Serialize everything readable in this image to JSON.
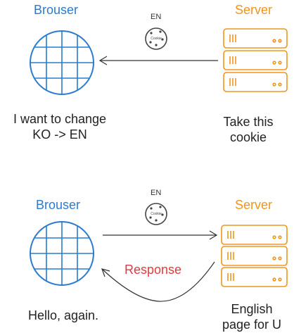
{
  "scene1": {
    "browser_label": "Brouser",
    "server_label": "Server",
    "cookie_label": "EN",
    "cookie_text": "Cookie",
    "browser_caption_line1": "I want to  change",
    "browser_caption_line2": "KO -> EN",
    "server_caption_line1": "Take this",
    "server_caption_line2": "cookie"
  },
  "scene2": {
    "browser_label": "Brouser",
    "server_label": "Server",
    "cookie_label": "EN",
    "cookie_text": "Cookie",
    "response_label": "Response",
    "browser_caption": "Hello, again.",
    "server_caption_line1": "English",
    "server_caption_line2": "page for U"
  },
  "colors": {
    "browser": "#2a7bd0",
    "server": "#f0951c",
    "response": "#e0393e",
    "arrow": "#333333"
  }
}
